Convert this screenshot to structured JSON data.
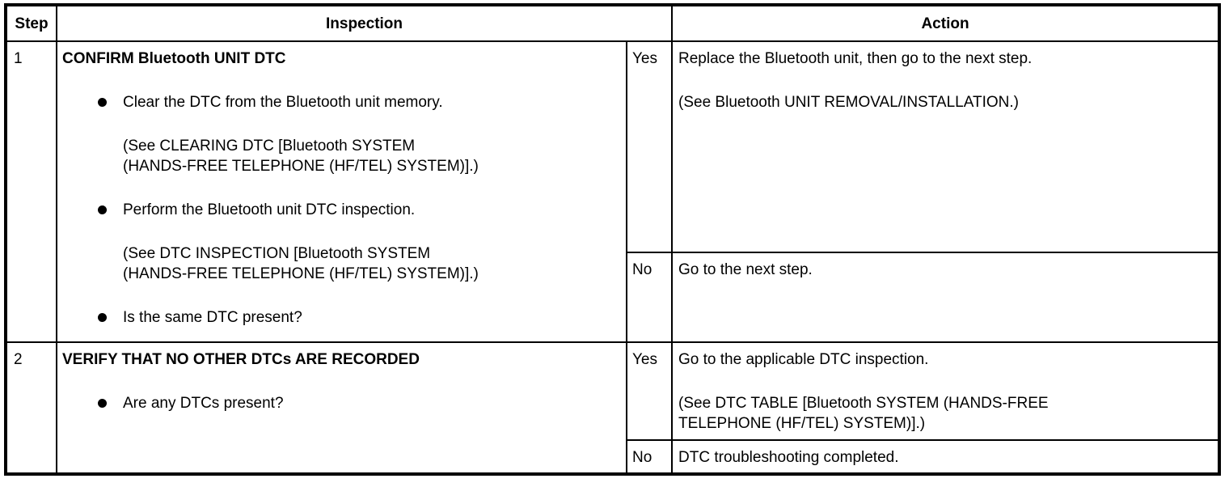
{
  "table": {
    "headers": {
      "step": "Step",
      "inspection": "Inspection",
      "action": "Action"
    },
    "rows": [
      {
        "step": "1",
        "inspection": {
          "title": "CONFIRM Bluetooth UNIT DTC",
          "blocks": [
            {
              "kind": "bullet",
              "lines": [
                "Clear the DTC from the Bluetooth unit memory."
              ]
            },
            {
              "kind": "note",
              "lines": [
                "(See CLEARING DTC [Bluetooth SYSTEM",
                "(HANDS-FREE TELEPHONE (HF/TEL) SYSTEM)].)"
              ]
            },
            {
              "kind": "bullet",
              "lines": [
                "Perform the Bluetooth unit DTC inspection."
              ]
            },
            {
              "kind": "note",
              "lines": [
                "(See DTC INSPECTION [Bluetooth SYSTEM",
                "(HANDS-FREE TELEPHONE (HF/TEL) SYSTEM)].)"
              ]
            },
            {
              "kind": "bullet",
              "lines": [
                "Is the same DTC present?"
              ]
            }
          ]
        },
        "yes": {
          "label": "Yes",
          "blocks": [
            {
              "lines": [
                "Replace the Bluetooth unit, then go to the next step."
              ]
            },
            {
              "lines": [
                "(See Bluetooth UNIT REMOVAL/INSTALLATION.)"
              ]
            }
          ]
        },
        "no": {
          "label": "No",
          "blocks": [
            {
              "lines": [
                "Go to the next step."
              ]
            }
          ]
        }
      },
      {
        "step": "2",
        "inspection": {
          "title": "VERIFY THAT NO OTHER DTCs ARE RECORDED",
          "blocks": [
            {
              "kind": "bullet",
              "lines": [
                "Are any DTCs present?"
              ]
            }
          ]
        },
        "yes": {
          "label": "Yes",
          "blocks": [
            {
              "lines": [
                "Go to the applicable DTC inspection."
              ]
            },
            {
              "lines": [
                "(See DTC TABLE [Bluetooth SYSTEM (HANDS-FREE",
                "TELEPHONE (HF/TEL) SYSTEM)].)"
              ]
            }
          ]
        },
        "no": {
          "label": "No",
          "blocks": [
            {
              "lines": [
                "DTC troubleshooting completed."
              ]
            }
          ]
        }
      }
    ],
    "colors": {
      "border": "#000000",
      "background": "#ffffff",
      "text": "#000000"
    }
  }
}
